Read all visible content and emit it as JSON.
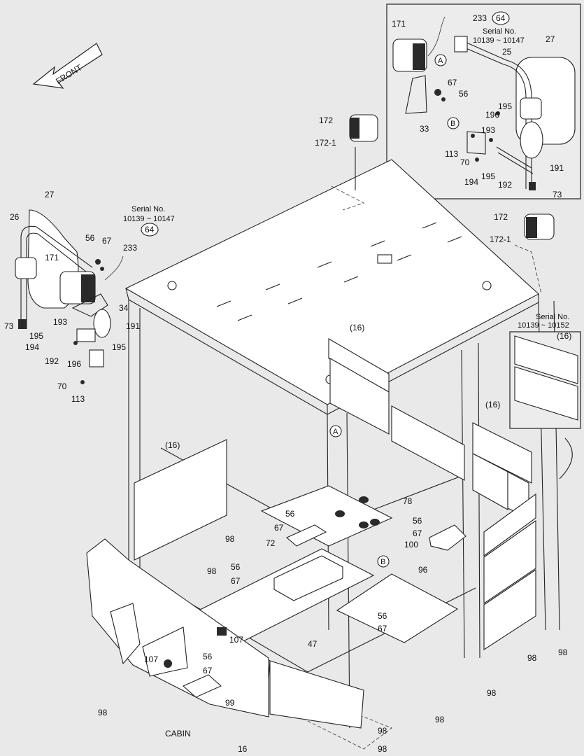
{
  "diagram": {
    "title": "CABIN",
    "front_label": "FRONT",
    "serial_notes": [
      {
        "id": "serial-top-right",
        "line1": "Serial No.",
        "line2": "10139 ~ 10147"
      },
      {
        "id": "serial-left",
        "line1": "Serial No.",
        "line2": "10139 ~ 10147"
      },
      {
        "id": "serial-right",
        "line1": "Serial No.",
        "line2": "10139 ~ 10152"
      }
    ],
    "ref_bubbles": [
      {
        "id": "ref-64-top",
        "text": "64"
      },
      {
        "id": "ref-64-left",
        "text": "64"
      }
    ],
    "detail_letters": [
      "A",
      "B"
    ],
    "part_labels": {
      "p16": "16",
      "p16p": "(16)",
      "p25": "25",
      "p26": "26",
      "p27": "27",
      "p33": "33",
      "p34": "34",
      "p47": "47",
      "p56": "56",
      "p67": "67",
      "p70": "70",
      "p72": "72",
      "p73": "73",
      "p78": "78",
      "p96": "96",
      "p98": "98",
      "p99": "99",
      "p100": "100",
      "p107": "107",
      "p113": "113",
      "p171": "171",
      "p172": "172",
      "p1721": "172-1",
      "p191": "191",
      "p192": "192",
      "p193": "193",
      "p194": "194",
      "p195": "195",
      "p196": "196",
      "p233": "233"
    }
  }
}
